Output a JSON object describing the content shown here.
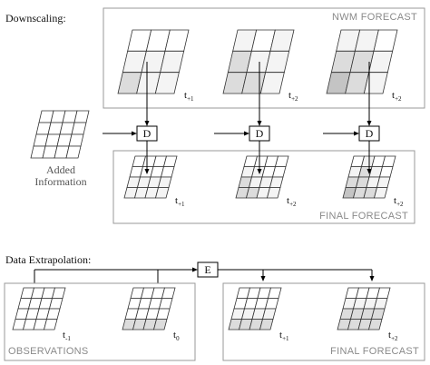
{
  "sections": {
    "downscaling_title": "Downscaling:",
    "extrapolation_title": "Data Extrapolation:"
  },
  "boxes": {
    "nwm_forecast": "NWM FORECAST",
    "final_forecast_top": "FINAL  FORECAST",
    "observations": "OBSERVATIONS",
    "final_forecast_bottom": "FINAL FORECAST"
  },
  "operators": {
    "downscale": "D",
    "extrapolate": "E"
  },
  "added_information": [
    "Added",
    "Information"
  ],
  "time_labels": {
    "nwm": [
      {
        "base": "t",
        "sub": "+1"
      },
      {
        "base": "t",
        "sub": "+2"
      },
      {
        "base": "t",
        "sub": "+2"
      }
    ],
    "final_top": [
      {
        "base": "t",
        "sub": "+1"
      },
      {
        "base": "t",
        "sub": "+2"
      },
      {
        "base": "t",
        "sub": "+2"
      }
    ],
    "observations": [
      {
        "base": "t",
        "sub": "-1"
      },
      {
        "base": "t",
        "sub": "0"
      }
    ],
    "final_bottom": [
      {
        "base": "t",
        "sub": "+1"
      },
      {
        "base": "t",
        "sub": "+2"
      }
    ]
  },
  "colors": {
    "box_stroke": "#9a9a9a",
    "label_gray": "#8a8a8a",
    "cell_light": "#f4f4f4",
    "cell_mid": "#dcdcdc",
    "cell_dark": "#c4c4c4"
  }
}
